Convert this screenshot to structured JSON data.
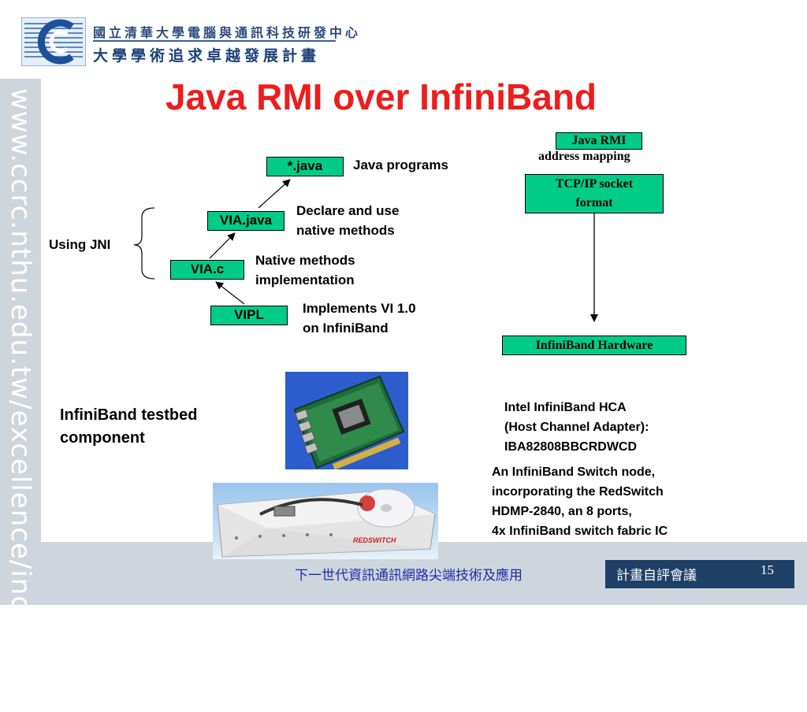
{
  "header": {
    "line1": "國立清華大學電腦與通訊科技研發中心",
    "line2": "大學學術追求卓越發展計畫",
    "side_url": "www.ccrc.nthu.edu.tw/excellence/index.htm"
  },
  "title": "Java RMI over InfiniBand",
  "stack": {
    "java_box": "*.java",
    "java_label": "Java programs",
    "via_java_box": "VIA.java",
    "via_java_label": "Declare and use\nnative methods",
    "via_c_box": "VIA.c",
    "via_c_label": "Native methods\nimplementation",
    "vipl_box": "VIPL",
    "vipl_label": "Implements VI 1.0\non InfiniBand",
    "using_jni": "Using JNI"
  },
  "rmi": {
    "java_rmi_box": "Java RMI",
    "address_mapping": "address mapping",
    "tcpip_box": "TCP/IP socket format",
    "hardware_box": "InfiniBand Hardware"
  },
  "testbed": {
    "heading": "InfiniBand testbed\ncomponent",
    "hca_desc": "Intel InfiniBand HCA\n(Host Channel Adapter):\nIBA82808BBCRDWCD",
    "switch_desc": "An InfiniBand Switch node,\nincorporating the RedSwitch\nHDMP-2840, an 8 ports,\n4x InfiniBand switch fabric IC",
    "switch_brand": "REDSWITCH"
  },
  "footer": {
    "left": "下一世代資訊通訊網路尖端技術及應用",
    "right": "計畫自評會議",
    "page": "15"
  },
  "colors": {
    "title": "#ee1c1c",
    "box_fill": "#00cc88",
    "footer_text": "#1a2ea8",
    "footer_box": "#1e3f66",
    "band": "#cfd5dc"
  }
}
